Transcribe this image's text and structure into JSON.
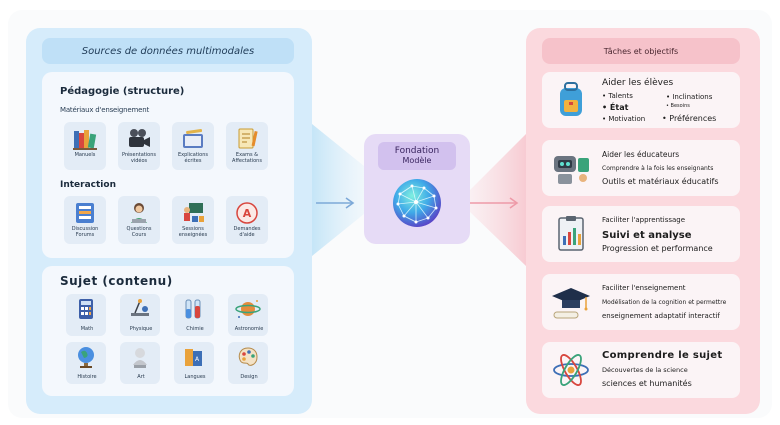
{
  "left": {
    "title": "Sources de données multimodales",
    "pedagogy": {
      "title": "Pédagogie (structure)",
      "materials_title": "Matériaux d'enseignement",
      "materials": [
        "Manuels",
        "Présentations\nvidéos",
        "Explications\nécrites",
        "Exams &\nAffectations"
      ],
      "interaction_title": "Interaction",
      "interactions": [
        "Discussion\nForums",
        "Questions\nCours",
        "Sessions\nenseignées",
        "Demandes\nd'aide"
      ]
    },
    "subject": {
      "title": "Sujet (contenu)",
      "items": [
        "Math",
        "Physique",
        "Chimie",
        "Astronomie",
        "Histoire",
        "Art",
        "Langues",
        "Design"
      ]
    }
  },
  "center": {
    "line1": "Fondation",
    "line2": "Modèle"
  },
  "right": {
    "title": "Tâches et objectifs",
    "task1": {
      "title": "Aider les élèves",
      "c1": [
        "• Talents",
        "• État",
        "• Motivation"
      ],
      "c2": [
        "• Inclinations",
        "• Besoins",
        "• Préférences"
      ]
    },
    "task2": {
      "title": "Aider les éducateurs",
      "line2": "Comprendre à la fois les enseignants",
      "line3": "Outils et matériaux éducatifs"
    },
    "task3": {
      "title": "Faciliter l'apprentissage",
      "line2": "Suivi et analyse",
      "line3": "Progression et performance"
    },
    "task4": {
      "title": "Faciliter l'enseignement",
      "line2": "Modélisation de la cognition et permettre",
      "line3": "enseignement adaptatif interactif"
    },
    "task5": {
      "title": "Comprendre le sujet",
      "line2": "Découvertes de la science",
      "line3": "sciences et humanités"
    }
  }
}
